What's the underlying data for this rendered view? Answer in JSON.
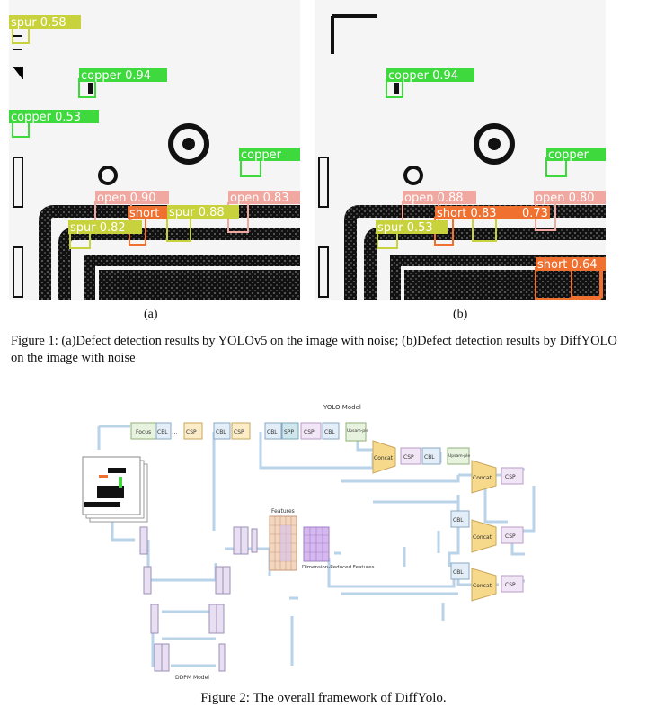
{
  "figure1": {
    "panel_a": {
      "label": "(a)",
      "detections": [
        {
          "label": "spur 0.58",
          "color": "#c8d23c"
        },
        {
          "label": "copper 0.94",
          "color": "#3dd93d"
        },
        {
          "label": "copper 0.53",
          "color": "#3dd93d"
        },
        {
          "label": "copper",
          "color": "#3dd93d"
        },
        {
          "label": "open 0.90",
          "color": "#f0a8a0"
        },
        {
          "label": "open 0.83",
          "color": "#f0a8a0"
        },
        {
          "label": "short",
          "color": "#f07030"
        },
        {
          "label": "spur 0.88",
          "color": "#c8d23c"
        },
        {
          "label": "spur 0.82",
          "color": "#c8d23c"
        }
      ]
    },
    "panel_b": {
      "label": "(b)",
      "detections": [
        {
          "label": "copper 0.94",
          "color": "#3dd93d"
        },
        {
          "label": "copper",
          "color": "#3dd93d"
        },
        {
          "label": "open 0.88",
          "color": "#f0a8a0"
        },
        {
          "label": "open 0.80",
          "color": "#f0a8a0"
        },
        {
          "label": "short 0.83",
          "color": "#f07030"
        },
        {
          "label": "0.73",
          "color": "#f07030"
        },
        {
          "label": "spur 0.53",
          "color": "#c8d23c"
        },
        {
          "label": "short 0.64",
          "color": "#f07030"
        }
      ]
    },
    "caption": "Figure 1: (a)Defect detection results by YOLOv5 on the image with noise; (b)Defect detection results by DiffYOLO on the image with noise"
  },
  "figure2": {
    "yolo_title": "YOLO Model",
    "ddpm_title": "DDPM Model",
    "features_label": "Features",
    "reduced_label": "Dimension-Reduced Features",
    "blocks": {
      "focus": "Focus",
      "cbl": "CBL",
      "dots": "...",
      "csp": "CSP",
      "spp": "SPP",
      "upsample": "Upsam-ple",
      "concat": "Concat"
    },
    "caption": "Figure 2: The overall framework of DiffYolo."
  }
}
